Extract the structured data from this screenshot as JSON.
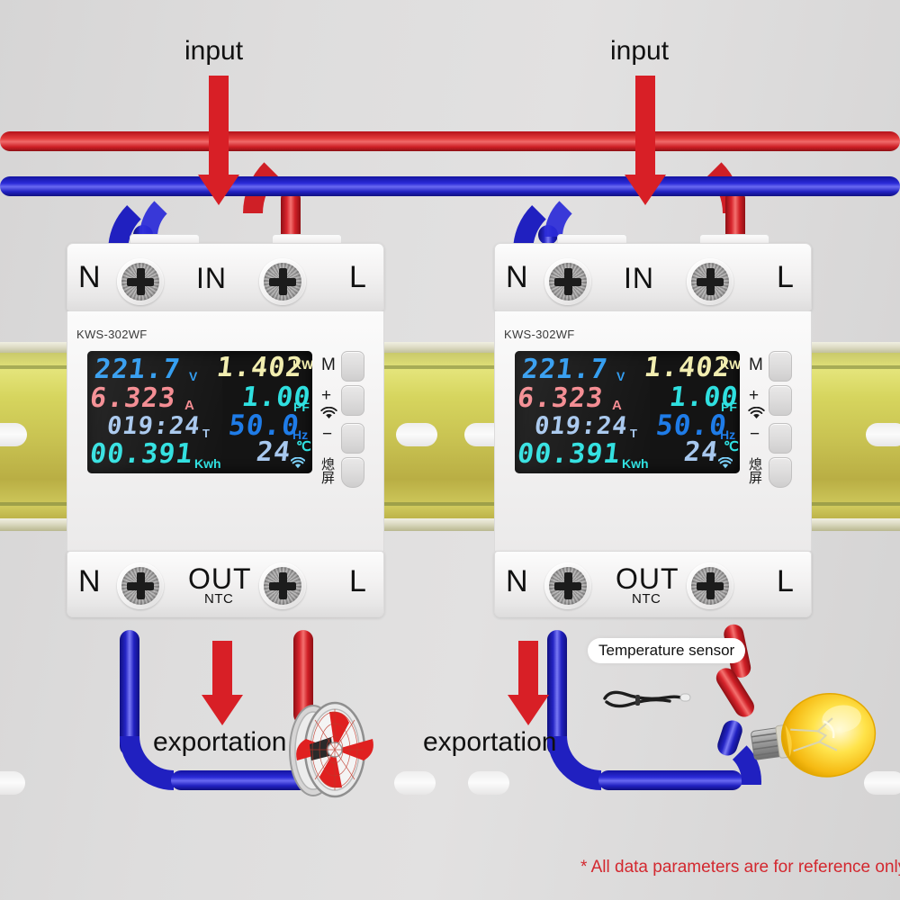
{
  "diagram": {
    "background_color": "#dcdbdb",
    "footnote": "* All data parameters are for reference only",
    "footnote_color": "#d3282f",
    "input_label_left": "input",
    "input_label_right": "input",
    "export_label_left": "exportation",
    "export_label_right": "exportation",
    "temperature_sensor_label": "Temperature sensor",
    "wire_colors": {
      "live": "#d81f26",
      "neutral": "#2020c0"
    },
    "arrow_color": "#d81f26",
    "rail": {
      "name": "din-rail",
      "color": "#cfc95c"
    }
  },
  "meters": [
    {
      "id": "meter-left",
      "model": "KWS-302WF",
      "terminals_top": {
        "left": "N",
        "middle": "IN",
        "right": "L"
      },
      "terminals_bottom": {
        "left": "N",
        "middle": "OUT",
        "middle_sub": "NTC",
        "right": "L"
      },
      "display": {
        "voltage": {
          "value": "221.7",
          "unit": "V",
          "color": "#2e9bf0"
        },
        "power": {
          "value": "1.402",
          "unit": "KW",
          "color": "#f2eeb0"
        },
        "current": {
          "value": "6.323",
          "unit": "A",
          "color": "#f4898f"
        },
        "power_factor": {
          "value": "1.00",
          "unit": "PF",
          "color": "#2fe0e0"
        },
        "time": {
          "value": "019:24",
          "unit": "T",
          "color": "#a8c8ee"
        },
        "frequency": {
          "value": "50.0",
          "unit": "Hz",
          "color": "#1f7ce8"
        },
        "energy": {
          "value": "00.391",
          "unit": "Kwh",
          "color": "#2fe0e0"
        },
        "temperature": {
          "value": "24",
          "unit": "℃",
          "color": "#a8c8ee"
        },
        "wifi_icon": "wifi-icon"
      },
      "buttons": [
        {
          "label": "M",
          "name": "mode-button"
        },
        {
          "label": "+",
          "name": "plus-button",
          "icon": "wifi-icon"
        },
        {
          "label": "−",
          "name": "minus-button"
        },
        {
          "label": "熄屏",
          "name": "screen-off-button"
        }
      ],
      "load": "fan"
    },
    {
      "id": "meter-right",
      "model": "KWS-302WF",
      "terminals_top": {
        "left": "N",
        "middle": "IN",
        "right": "L"
      },
      "terminals_bottom": {
        "left": "N",
        "middle": "OUT",
        "middle_sub": "NTC",
        "right": "L"
      },
      "display": {
        "voltage": {
          "value": "221.7",
          "unit": "V",
          "color": "#2e9bf0"
        },
        "power": {
          "value": "1.402",
          "unit": "KW",
          "color": "#f2eeb0"
        },
        "current": {
          "value": "6.323",
          "unit": "A",
          "color": "#f4898f"
        },
        "power_factor": {
          "value": "1.00",
          "unit": "PF",
          "color": "#2fe0e0"
        },
        "time": {
          "value": "019:24",
          "unit": "T",
          "color": "#a8c8ee"
        },
        "frequency": {
          "value": "50.0",
          "unit": "Hz",
          "color": "#1f7ce8"
        },
        "energy": {
          "value": "00.391",
          "unit": "Kwh",
          "color": "#2fe0e0"
        },
        "temperature": {
          "value": "24",
          "unit": "℃",
          "color": "#a8c8ee"
        },
        "wifi_icon": "wifi-icon"
      },
      "buttons": [
        {
          "label": "M",
          "name": "mode-button"
        },
        {
          "label": "+",
          "name": "plus-button",
          "icon": "wifi-icon"
        },
        {
          "label": "−",
          "name": "minus-button"
        },
        {
          "label": "熄屏",
          "name": "screen-off-button"
        }
      ],
      "load": "bulb"
    }
  ]
}
